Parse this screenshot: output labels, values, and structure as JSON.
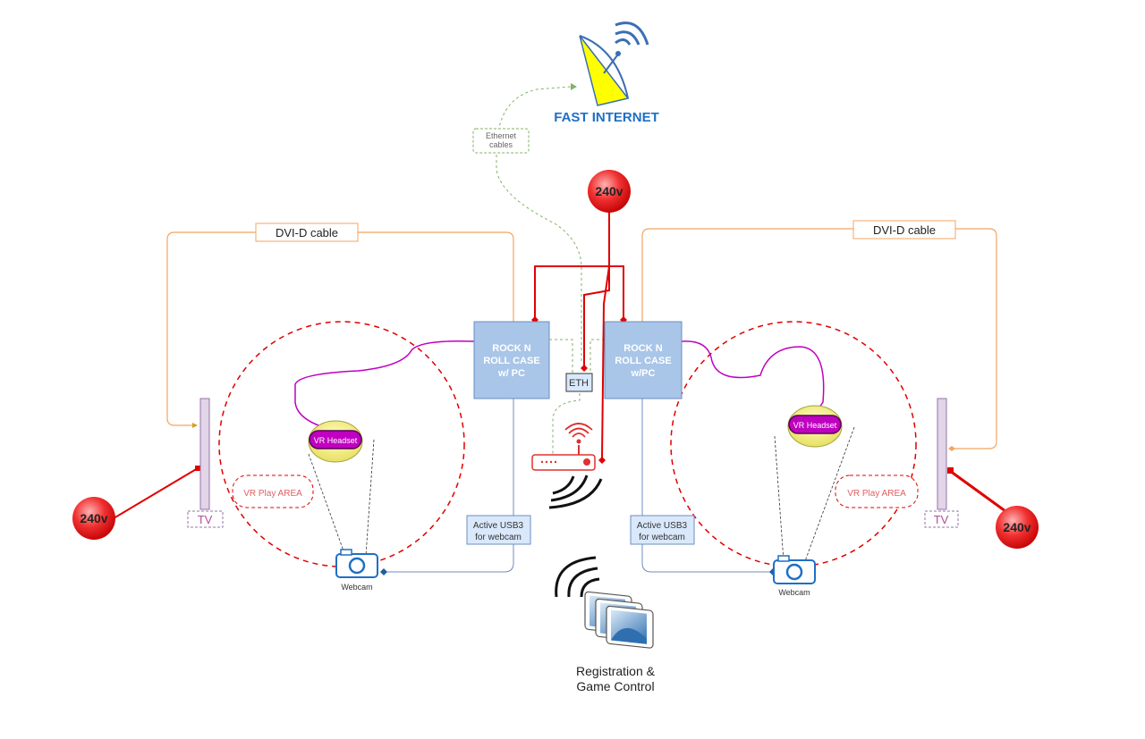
{
  "internet": {
    "label": "FAST INTERNET",
    "ethernet_label_line1": "Ethernet",
    "ethernet_label_line2": "cables"
  },
  "power": {
    "top": "240v",
    "left": "240v",
    "right": "240v"
  },
  "cases": {
    "left": {
      "line1": "ROCK N",
      "line2": "ROLL CASE",
      "line3": "w/ PC"
    },
    "right": {
      "line1": "ROCK N",
      "line2": "ROLL CASE",
      "line3": "w/PC"
    }
  },
  "eth_box": "ETH",
  "dvi": {
    "left": "DVI-D cable",
    "right": "DVI-D cable"
  },
  "usb": {
    "left": {
      "line1": "Active USB3",
      "line2": "for webcam"
    },
    "right": {
      "line1": "Active USB3",
      "line2": "for webcam"
    }
  },
  "headset": {
    "left": "VR Headset",
    "right": "VR Headset"
  },
  "play_area": {
    "left": "VR Play AREA",
    "right": "VR Play AREA"
  },
  "tv": {
    "left": "TV",
    "right": "TV"
  },
  "webcam": {
    "left": "Webcam",
    "right": "Webcam"
  },
  "control": {
    "line1": "Registration &",
    "line2": "Game Control"
  },
  "colors": {
    "case_fill": "#a9c6e8",
    "case_stroke": "#6c8ebf",
    "power_red": "#e00000",
    "dvi_orange": "#f4a460",
    "ethernet_green": "#82b366",
    "headset_magenta": "#c000c0",
    "usb_blue": "#6c8ebf",
    "internet_blue": "#1f6fc5",
    "dish_yellow": "#ffff00",
    "tv_fill": "#e1d5e7"
  }
}
